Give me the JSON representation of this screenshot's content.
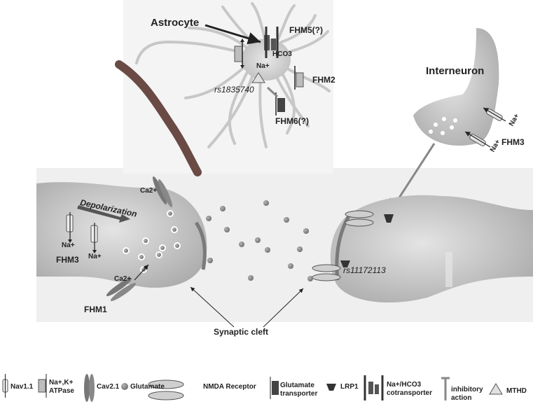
{
  "labels": {
    "astrocyte": "Astrocyte",
    "interneuron": "Interneuron",
    "fhm5": "FHM5(?)",
    "hco3": "HCO3",
    "na_astro": "Na+",
    "fhm2": "FHM2",
    "rs1835740": "rs1835740",
    "fhm6": "FHM6(?)",
    "na_inter_1": "Na+",
    "na_inter_2": "Na+",
    "fhm3_inter": "FHM3",
    "ca_top": "Ca2+",
    "depolarization": "Depolarization",
    "na_pre_1": "Na+",
    "na_pre_2": "Na+",
    "fhm3_pre": "FHM3",
    "ca_bottom": "Ca2+",
    "fhm1": "FHM1",
    "rs11172113": "rs11172113",
    "synaptic_cleft": "Synaptic cleft"
  },
  "legend": {
    "nav": "Nav1.1",
    "atpase_1": "Na+,K+",
    "atpase_2": "ATPase",
    "cav": "Cav2.1",
    "glutamate": "Glutamate",
    "nmda": "NMDA Receptor",
    "transporter_1": "Glutamate",
    "transporter_2": "transporter",
    "lrp1": "LRP1",
    "cotrans_1": "Na+/HCO3",
    "cotrans_2": "cotransporter",
    "inhib_1": "inhibitory",
    "inhib_2": "action",
    "mthd": "MTHD"
  },
  "colors": {
    "background_panel": "#ececec",
    "cell_fill": "#c4c4c4",
    "astro_fill": "#d0d0d0",
    "vessel": "#6a4a44",
    "glutamate": "#8a8a8a",
    "dark": "#3a3a3a"
  }
}
